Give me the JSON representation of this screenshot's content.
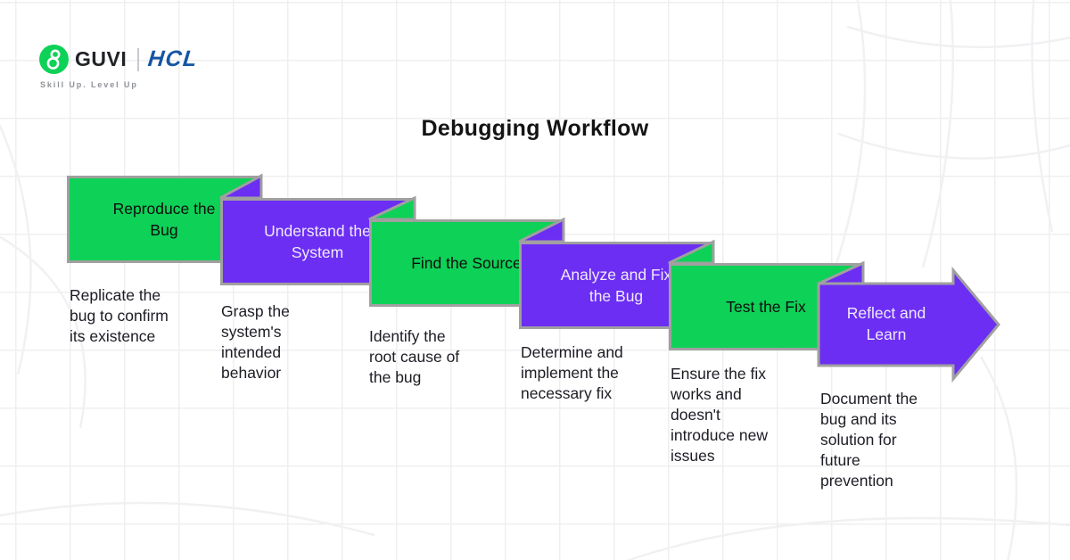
{
  "logo": {
    "brand": "GUVI",
    "partner": "HCL",
    "tagline": "Skill Up. Level Up"
  },
  "title": "Debugging Workflow",
  "colors": {
    "background": "#ffffff",
    "grid_line": "#efeff1",
    "green": "#0ed157",
    "purple": "#6c2ef3",
    "border": "#a0a0a0",
    "hcl_blue": "#1456a4",
    "heading_on_green": "#0d0d0d",
    "heading_on_purple": "#efeafc",
    "description_text": "#1c1c24",
    "title_text": "#141414",
    "brand_text": "#212327",
    "tagline_text": "#8f9298"
  },
  "steps": [
    {
      "label": "Reproduce the\nBug",
      "description": "Replicate the\nbug to confirm\nits existence",
      "color": "green"
    },
    {
      "label": "Understand the\nSystem",
      "description": "Grasp the\nsystem's\nintended\nbehavior",
      "color": "purple"
    },
    {
      "label": "Find the Source",
      "description": "Identify the\nroot cause of\nthe bug",
      "color": "green"
    },
    {
      "label": "Analyze and Fix\nthe Bug",
      "description": "Determine and\nimplement the\nnecessary fix",
      "color": "purple"
    },
    {
      "label": "Test the Fix",
      "description": "Ensure the fix\nworks and\ndoesn't\nintroduce new\nissues",
      "color": "green"
    },
    {
      "label": "Reflect and\nLearn",
      "description": "Document the\nbug and its\nsolution for\nfuture\nprevention",
      "color": "purple"
    }
  ]
}
